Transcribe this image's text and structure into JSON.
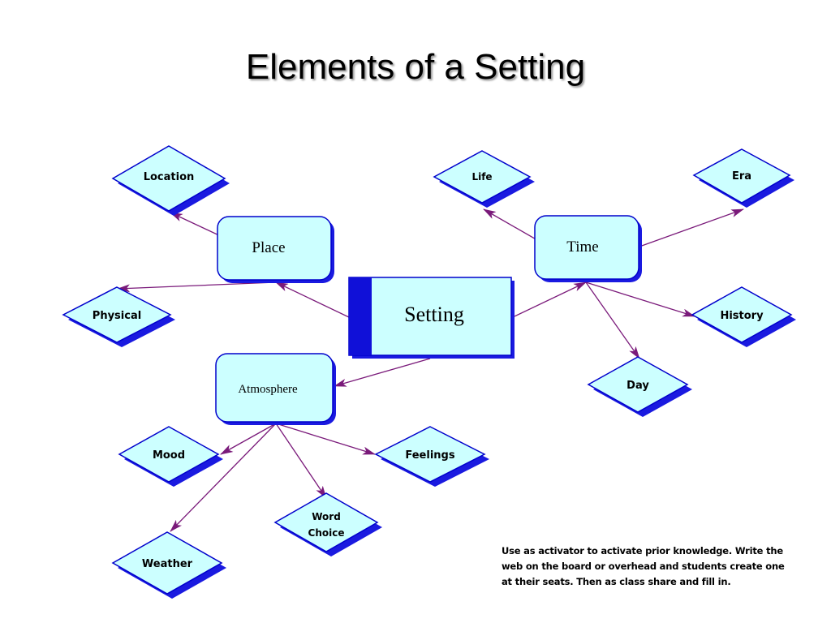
{
  "title": "Elements of a Setting",
  "colors": {
    "fill": "#ccffff",
    "stroke": "#0000cc",
    "shadow": "#1a1ae0",
    "arrow": "#7a1a7a",
    "setting_bar": "#1010d8"
  },
  "center": {
    "label": "Setting"
  },
  "categories": {
    "place": "Place",
    "time": "Time",
    "atmosphere": "Atmosphere"
  },
  "elements": {
    "location": "Location",
    "physical": "Physical",
    "life": "Life",
    "era": "Era",
    "history": "History",
    "day": "Day",
    "mood": "Mood",
    "feelings": "Feelings",
    "weather": "Weather",
    "word_choice_line1": "Word",
    "word_choice_line2": "Choice"
  },
  "note": "Use as activator to activate prior knowledge.  Write the web on the board or overhead and students create one at their seats. Then as class share and fill in."
}
